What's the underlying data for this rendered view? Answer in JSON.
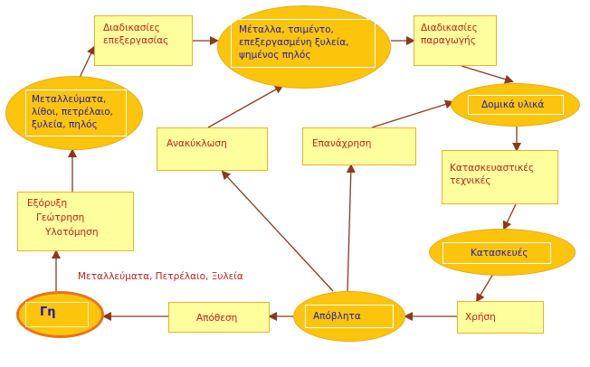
{
  "nodes": {
    "diadikasies_epexergasias": "Διαδικασίες\nεπεξεργασίας",
    "metalla": "Μέταλλα, τσιμέντο,\nεπεξεργασμένη ξυλεία,\nψημένος πηλός",
    "diadikasies_paragogis": "Διαδικασίες\nπαραγωγής",
    "metalleumata_top": "Μεταλλεύματα,\nλίθοι, πετρέλαιο,\nξυλεία, πηλός",
    "domika_ylika": "Δομικά υλικά",
    "anakyklosi": "Ανακύκλωση",
    "epanachrisi": "Επανάχρηση",
    "kataskeuastikes": "Κατασκευαστικές\nτεχνικές",
    "exoryxi": "Εξόρυξη\n   Γεώτρηση\n      Υλοτόμηση",
    "kataskeues": "Κατασκευές",
    "gi": "Γη",
    "apothesi": "Απόθεση",
    "apovlita": "Απόβλητα",
    "xrisi": "Χρήση"
  },
  "edge_label": "Μεταλλεύματα, Πετρέλαιο, Ξυλεία",
  "colors": {
    "arrow": "#8b3a1e",
    "box_fill": "#fefe9c",
    "ellipse_fill": "#fdc40c",
    "text_red": "#c0221a",
    "text_blue": "#1a1ab3",
    "gi_border": "#e8731a"
  }
}
